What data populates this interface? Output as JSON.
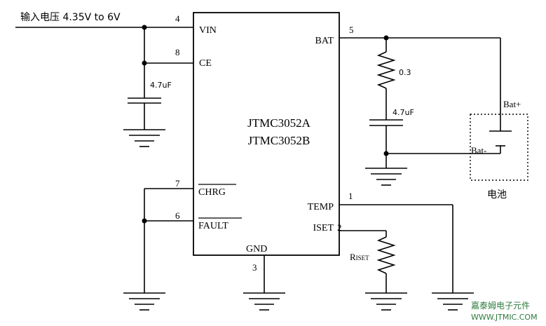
{
  "input_label": "输入电压  4.35V to 6V",
  "ic": {
    "names": [
      "JTMC3052A",
      "JTMC3052B"
    ],
    "pins": {
      "vin": {
        "name": "VIN",
        "number": "4"
      },
      "ce": {
        "name": "CE",
        "number": "8"
      },
      "chrg": {
        "name": "CHRG",
        "number": "7"
      },
      "fault": {
        "name": "FAULT",
        "number": "6"
      },
      "gnd": {
        "name": "GND",
        "number": "3"
      },
      "bat": {
        "name": "BAT",
        "number": "5"
      },
      "temp": {
        "name": "TEMP",
        "number": "1"
      },
      "iset": {
        "name": "ISET",
        "number": "2"
      }
    }
  },
  "components": {
    "input_cap": "4.7uF",
    "bat_resistor": "0.3",
    "bat_cap": "4.7uF",
    "riset_main": "R",
    "riset_sub": "ISET"
  },
  "battery": {
    "plus": "Bat+",
    "minus": "Bat-",
    "label": "电池"
  },
  "watermark": {
    "line1": "嘉泰姆电子元件",
    "line2": "WWW.JTMIC.COM"
  }
}
